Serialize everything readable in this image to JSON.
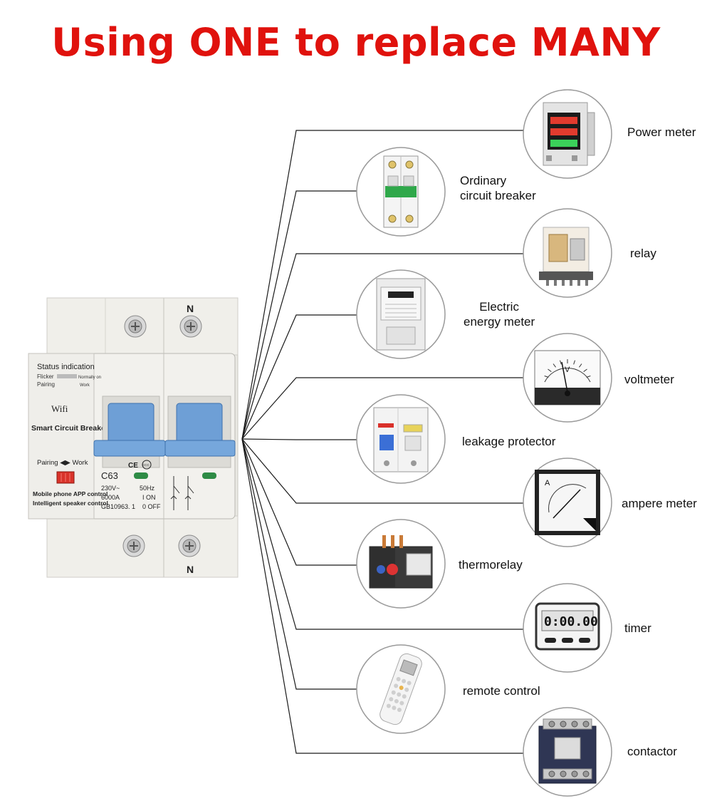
{
  "headline": {
    "text": "Using ONE to replace MANY",
    "color": "#e0120d"
  },
  "breaker": {
    "terminal_label_top": "N",
    "terminal_label_bottom": "N",
    "status_title": "Status indication",
    "flicker_label": "Flicker",
    "pairing_label": "Pairing",
    "normally_on_label": "Normally on",
    "work_label": "Work",
    "wifi_label": "Wifi",
    "product_label": "Smart Circuit Breaker",
    "pairing_work_label": "Pairing ◀▶ Work",
    "rating": "C63",
    "voltage": "230V~",
    "frequency": "50Hz",
    "breaking_capacity": "6000A",
    "on_label": "I ON",
    "off_label": "0 OFF",
    "standard": "GB10963. 1",
    "app_control": "Mobile phone APP control",
    "speaker_control": "Intelligent speaker control",
    "ce_mark": "CE",
    "ccc_mark": "CCC"
  },
  "devices": [
    {
      "id": "power-meter",
      "lines": [
        "Power meter"
      ],
      "icon": "power-meter-icon"
    },
    {
      "id": "ordinary-circuit-breaker",
      "lines": [
        "Ordinary",
        "circuit breaker"
      ],
      "icon": "circuit-breaker-icon"
    },
    {
      "id": "relay",
      "lines": [
        "relay"
      ],
      "icon": "relay-icon"
    },
    {
      "id": "electric-energy-meter",
      "lines": [
        "Electric",
        "energy meter"
      ],
      "icon": "energy-meter-icon"
    },
    {
      "id": "voltmeter",
      "lines": [
        "voltmeter"
      ],
      "icon": "voltmeter-icon",
      "dial_letter": "V"
    },
    {
      "id": "leakage-protector",
      "lines": [
        "leakage protector"
      ],
      "icon": "leakage-protector-icon"
    },
    {
      "id": "ampere-meter",
      "lines": [
        "ampere meter"
      ],
      "icon": "ampere-meter-icon",
      "dial_letter": "A"
    },
    {
      "id": "thermorelay",
      "lines": [
        "thermorelay"
      ],
      "icon": "thermorelay-icon"
    },
    {
      "id": "timer",
      "lines": [
        "timer"
      ],
      "icon": "timer-icon",
      "display": "0:00.00"
    },
    {
      "id": "remote-control",
      "lines": [
        "remote control"
      ],
      "icon": "remote-control-icon"
    },
    {
      "id": "contactor",
      "lines": [
        "contactor"
      ],
      "icon": "contactor-icon"
    }
  ],
  "colors": {
    "line": "#1a1a1a",
    "circle_border": "#9a9a9a",
    "breaker_body": "#ecebe6",
    "handle": "#6e9fd6"
  }
}
